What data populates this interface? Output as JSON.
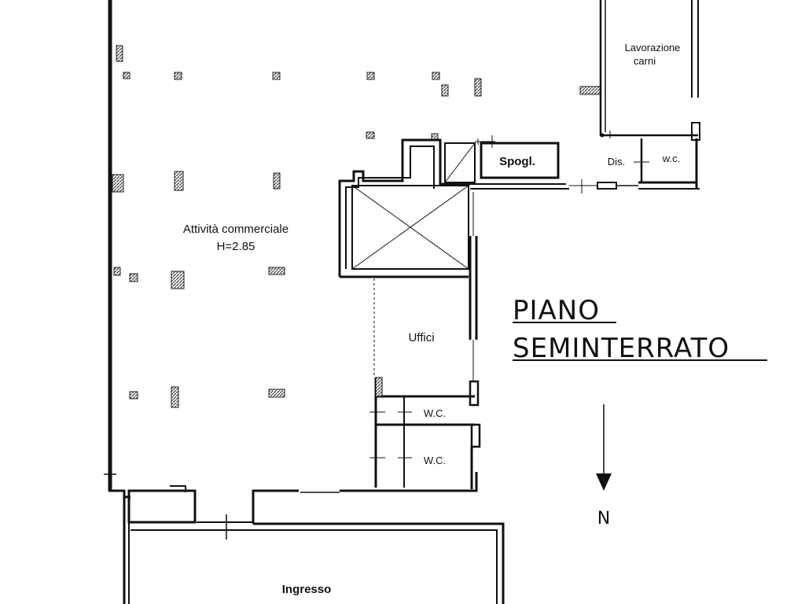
{
  "plan": {
    "title_line1": "PIANO",
    "title_line2": "SEMINTERRATO",
    "north_label": "N",
    "colors": {
      "ink": "#111111",
      "hatch": "#555555",
      "background": "#ffffff"
    },
    "rooms": {
      "main": {
        "label": "Attività commerciale",
        "height": "H=2.85"
      },
      "uffici": "Uffici",
      "wc_1": "W.C.",
      "wc_2": "W.C.",
      "lavorazione_line1": "Lavorazione",
      "lavorazione_line2": "carni",
      "spogl": "Spogl.",
      "dis": "Dis.",
      "wc_top": "w.c.",
      "ingresso": "Ingresso"
    }
  }
}
